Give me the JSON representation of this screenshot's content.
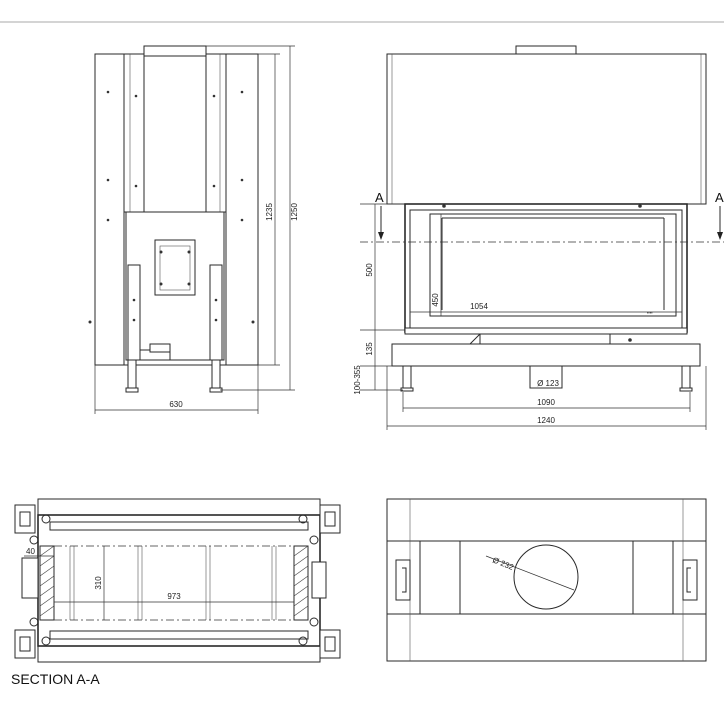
{
  "drawing": {
    "dimensions": {
      "side_height_1235": "1235",
      "side_height_1250": "1250",
      "side_width_630": "630",
      "front_500": "500",
      "front_450": "450",
      "front_1054": "1054",
      "front_135": "135",
      "front_100_355": "100-355",
      "front_diam_123": "Ø 123",
      "front_1090": "1090",
      "front_1240": "1240",
      "section_40": "40",
      "section_310": "310",
      "section_973": "973",
      "top_diam_232": "Ø 232"
    },
    "section_marker_left": "A",
    "section_marker_right": "A",
    "section_label": "SECTION A-A"
  }
}
